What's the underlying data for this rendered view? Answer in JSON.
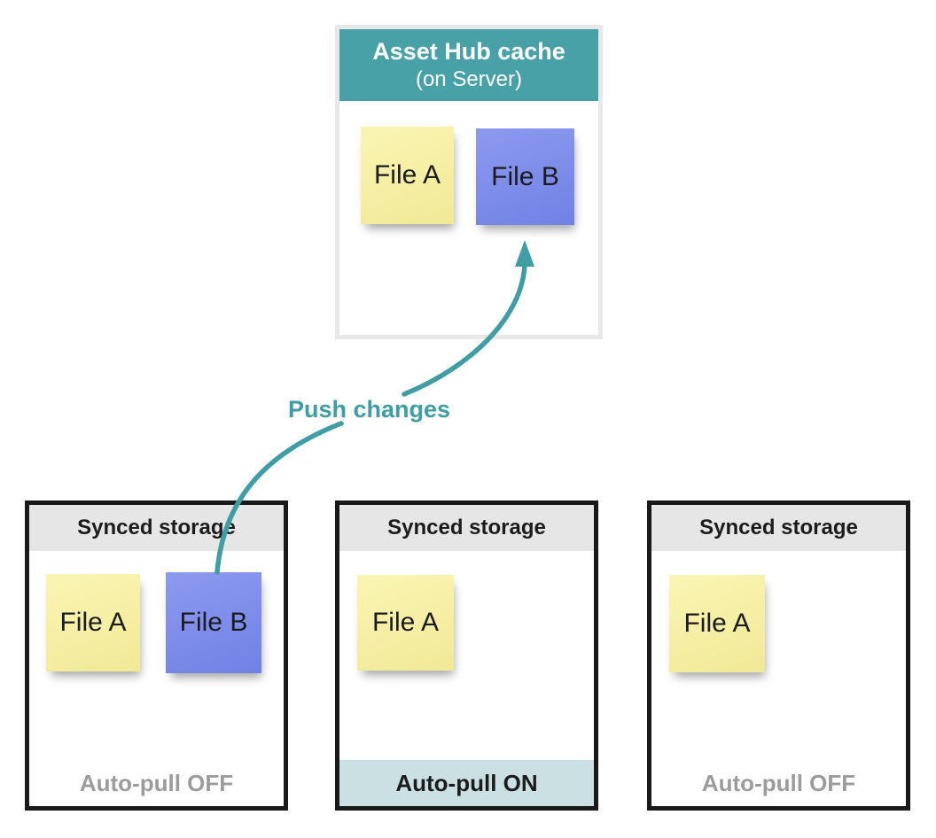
{
  "colors": {
    "teal-header": "#48A1A6",
    "teal-arrow": "#3F9DA4",
    "note-yellow-light": "#FAF5B4",
    "note-yellow-dark": "#F1E996",
    "note-blue-light": "#8C9AEF",
    "note-blue-dark": "#7181E4",
    "band-gray": "#E6E6E6",
    "border-black": "#191919",
    "server-border": "#E8E8E8",
    "status-off-gray": "#9C9C9C",
    "autopull-on-bg": "#CBE0E3",
    "text-dark": "#1C1C1C",
    "white": "#FFFFFF"
  },
  "server_box": {
    "title": "Asset Hub cache",
    "subtitle": "(on Server)",
    "files": [
      {
        "label": "File A",
        "color": "yellow"
      },
      {
        "label": "File B",
        "color": "blue"
      }
    ]
  },
  "arrow": {
    "label": "Push changes"
  },
  "storage_boxes": [
    {
      "title": "Synced storage",
      "files": [
        {
          "label": "File A",
          "color": "yellow"
        },
        {
          "label": "File B",
          "color": "blue"
        }
      ],
      "status": "Auto-pull OFF",
      "auto_pull_on": false
    },
    {
      "title": "Synced storage",
      "files": [
        {
          "label": "File A",
          "color": "yellow"
        }
      ],
      "status": "Auto-pull ON",
      "auto_pull_on": true
    },
    {
      "title": "Synced storage",
      "files": [
        {
          "label": "File A",
          "color": "yellow"
        }
      ],
      "status": "Auto-pull OFF",
      "auto_pull_on": false
    }
  ]
}
